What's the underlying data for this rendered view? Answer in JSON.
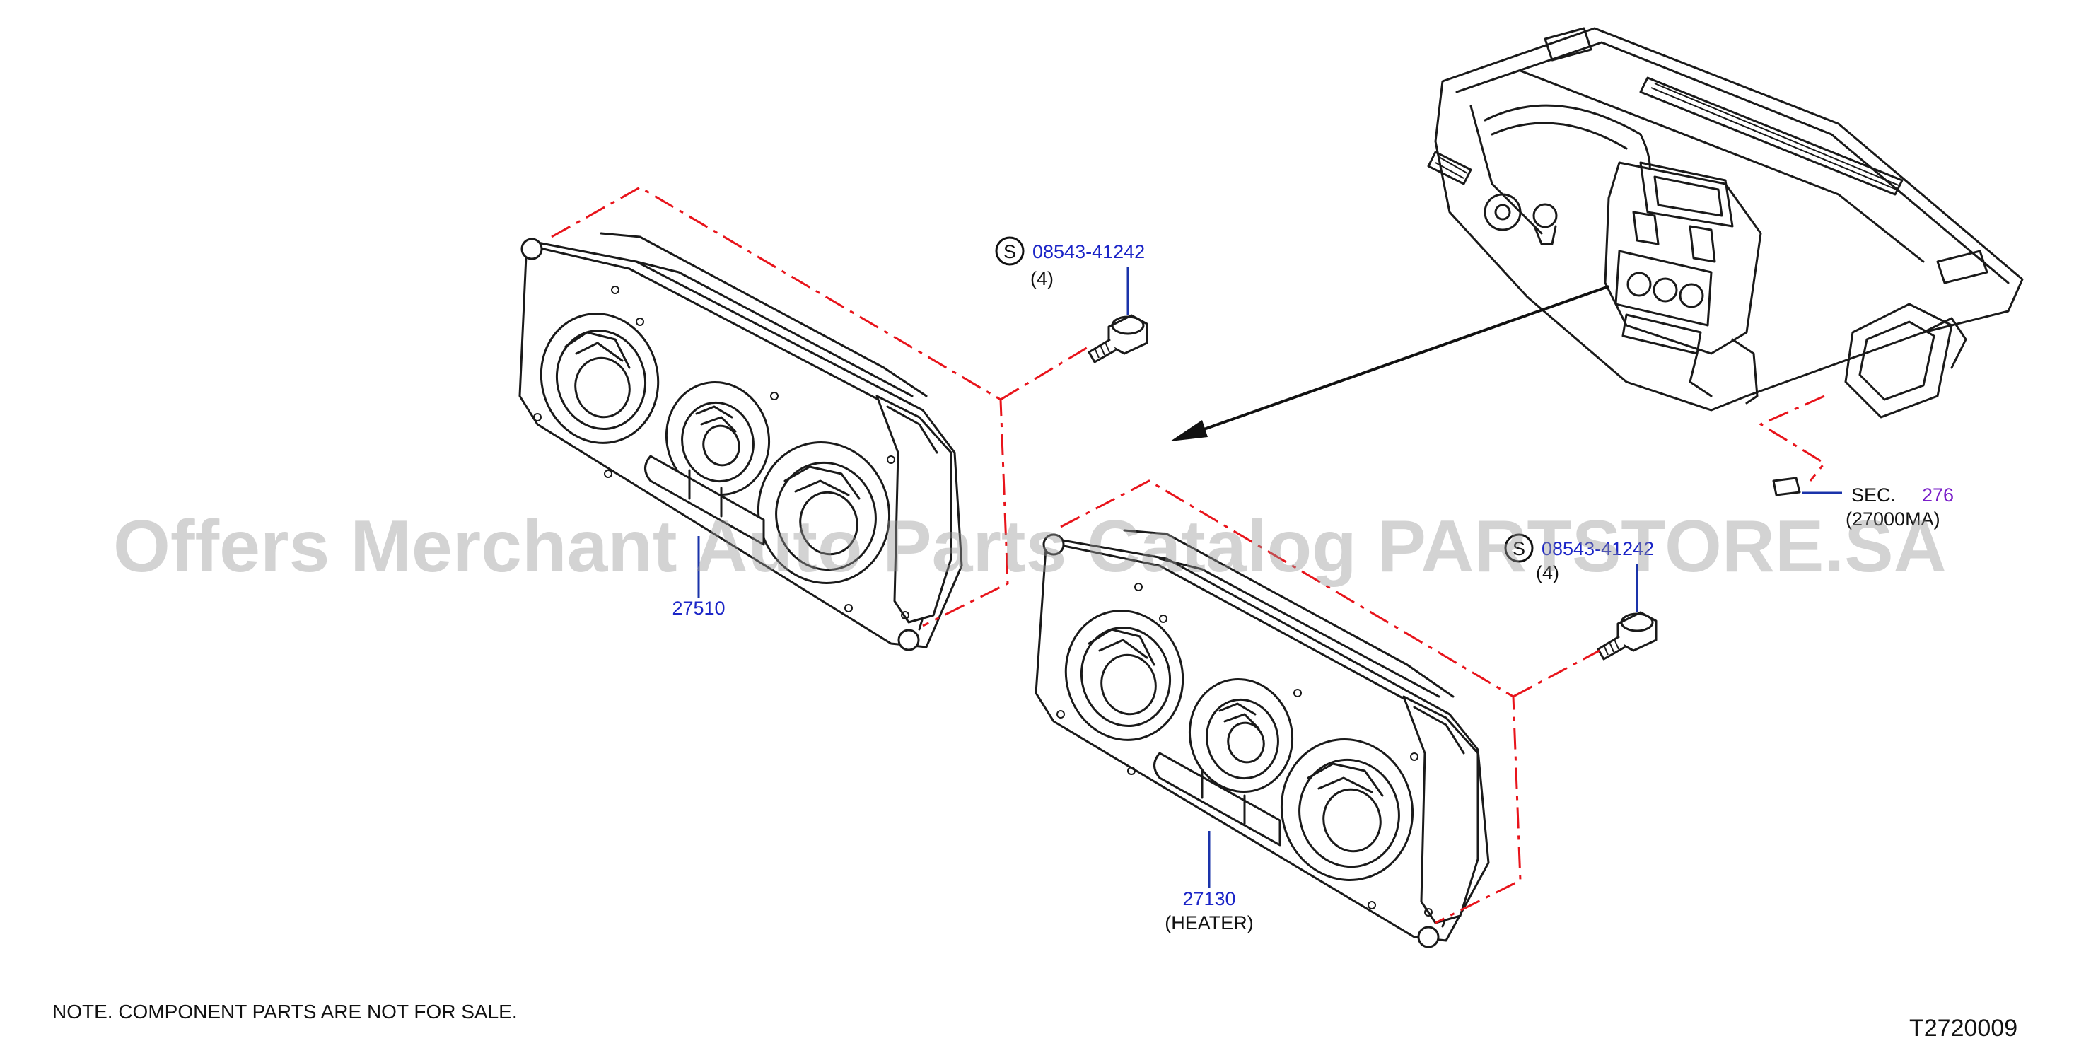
{
  "watermark": "Offers Merchant Auto Parts Catalog PARTSTORE.SA",
  "note": "NOTE.  COMPONENT  PARTS  ARE  NOT  FOR  SALE.",
  "diagram_code": "T2720009",
  "colors": {
    "part_number": "#1b25c7",
    "section_ref": "#7a1fc9",
    "phantom_line": "#e8141b",
    "leader": "#1a33aa"
  },
  "callouts": {
    "part_27510": {
      "number": "27510"
    },
    "part_27130": {
      "number": "27130",
      "qualifier": "(HEATER)"
    },
    "screw_upper": {
      "symbol": "S",
      "number": "08543-41242",
      "qty": "(4)"
    },
    "screw_lower": {
      "symbol": "S",
      "number": "08543-41242",
      "qty": "(4)"
    },
    "section_ref": {
      "label": "SEC.",
      "number": "276",
      "sub": "(27000MA)"
    }
  }
}
